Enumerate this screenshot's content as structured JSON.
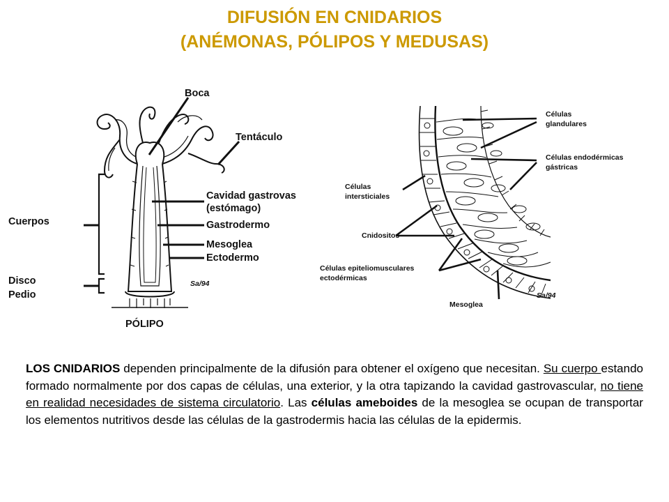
{
  "title": {
    "line1": "DIFUSIÓN EN CNIDARIOS",
    "line2": "(ANÉMONAS, PÓLIPOS Y MEDUSAS)"
  },
  "polyp_diagram": {
    "caption": "PÓLIPO",
    "labels": {
      "boca": "Boca",
      "tentaculo": "Tentáculo",
      "cavidad_1": "Cavidad gastrovas",
      "cavidad_2": "(estómago)",
      "gastrodermo": "Gastrodermo",
      "mesoglea": "Mesoglea",
      "ectodermo": "Ectodermo",
      "cuerpos": "Cuerpos",
      "disco": "Disco",
      "pedio": "Pedio"
    },
    "signature": "Sa/94"
  },
  "tissue_diagram": {
    "labels": {
      "glandulares_1": "Células",
      "glandulares_2": "glandulares",
      "endodermicas_1": "Células endodérmicas",
      "endodermicas_2": "gástricas",
      "intersticiales_1": "Células",
      "intersticiales_2": "intersticiales",
      "cnidositos": "Cnidositos",
      "epitelio_1": "Células epiteliomusculares",
      "epitelio_2": "ectodérmicas",
      "mesoglea": "Mesoglea"
    },
    "signature": "Sa/94"
  },
  "paragraph": {
    "s1_bold": "LOS CNIDARIOS",
    "s1_rest": " dependen principalmente de la difusión para obtener el oxígeno que necesitan. ",
    "s2_u": "Su cuerpo ",
    "s2_rest": "estando formado normalmente por dos capas de células, una exterior, y la otra tapizando la cavidad gastrovascular, ",
    "s3_u": "no tiene en realidad necesidades de sistema circulatorio",
    "s3_rest": ". Las ",
    "s4_bold": "células ameboides",
    "s4_rest": " de la mesoglea se ocupan de transportar los elementos nutritivos desde las células de la gastrodermis hacia las células de la epidermis."
  }
}
